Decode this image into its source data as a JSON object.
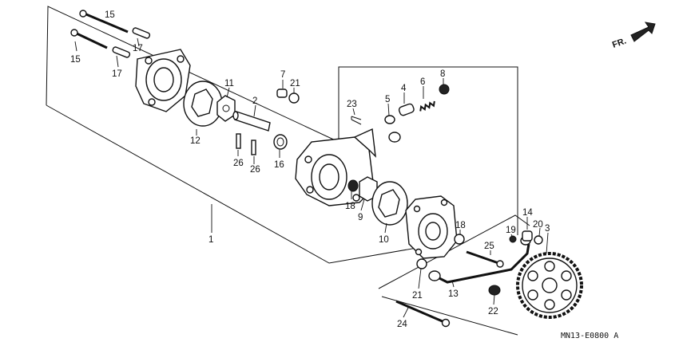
{
  "figure": {
    "drawing_code": "MN13-E0800 A",
    "front_indicator": "FR.",
    "callouts": [
      "15",
      "15",
      "17",
      "17",
      "11",
      "2",
      "12",
      "26",
      "26",
      "16",
      "7",
      "21",
      "23",
      "5",
      "4",
      "6",
      "8",
      "18",
      "9",
      "10",
      "18",
      "1",
      "14",
      "20",
      "19",
      "3",
      "25",
      "21",
      "13",
      "22",
      "24"
    ]
  }
}
